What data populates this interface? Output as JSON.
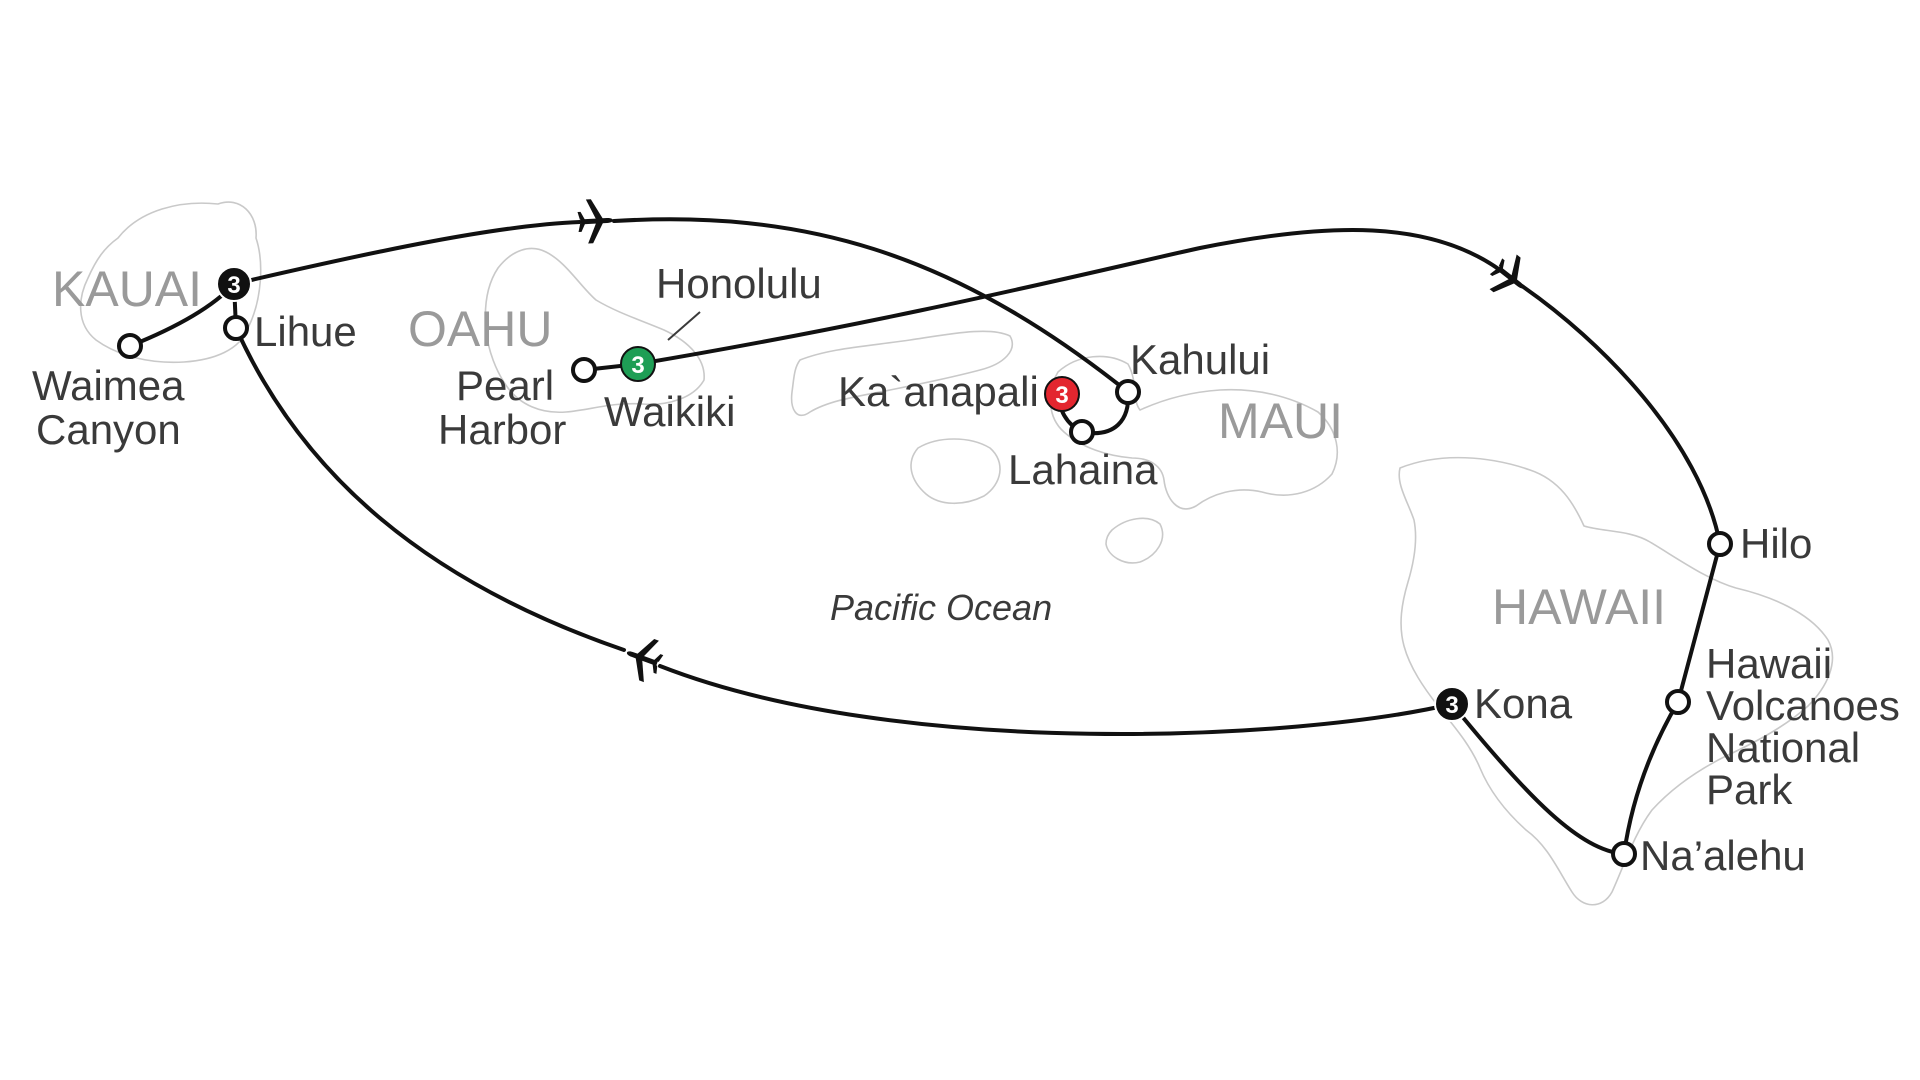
{
  "islands": {
    "kauai": "KAUAI",
    "oahu": "OAHU",
    "maui": "MAUI",
    "hawaii": "HAWAII"
  },
  "ocean_label": "Pacific Ocean",
  "places": {
    "waimea_canyon": [
      "Waimea",
      "Canyon"
    ],
    "lihue": "Lihue",
    "honolulu": "Honolulu",
    "pearl_harbor": [
      "Pearl",
      "Harbor"
    ],
    "waikiki": "Waikiki",
    "kaanapali": "Ka`anapali",
    "kahului": "Kahului",
    "lahaina": "Lahaina",
    "hilo": "Hilo",
    "volcanoes": [
      "Hawaii",
      "Volcanoes",
      "National",
      "Park"
    ],
    "kona": "Kona",
    "naalehu": "Na’alehu"
  },
  "overnight_stops": {
    "kauai": "3",
    "waikiki": "3",
    "kaanapali": "3",
    "kona": "3"
  },
  "colors": {
    "route": "#111111",
    "coastline": "#c9c9c9",
    "island_label": "#9a9a9a",
    "place_label": "#3a3a3a",
    "stay_kauai": "#111111",
    "stay_waikiki": "#1e9e55",
    "stay_kaanapali": "#e3262f",
    "stay_kona": "#111111"
  },
  "icons": {
    "flight_marker": "airplane-icon",
    "overnight_marker": "numbered-circle-icon",
    "stop_marker": "open-circle-icon"
  }
}
